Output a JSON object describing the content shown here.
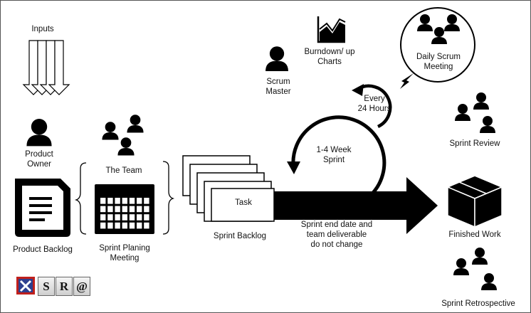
{
  "labels": {
    "inputs": "Inputs",
    "product_owner": "Product\nOwner",
    "product_backlog": "Product Backlog",
    "the_team": "The Team",
    "sprint_planning": "Sprint Planing\nMeeting",
    "task": "Task",
    "sprint_backlog": "Sprint Backlog",
    "scrum_master": "Scrum\nMaster",
    "burndown": "Burndown/ up\nCharts",
    "daily_scrum": "Daily Scrum\nMeeting",
    "every_24": "Every\n24 Hours",
    "week_sprint": "1-4 Week\nSprint",
    "sprint_note": "Sprint end date and\nteam deliverable\ndo not change",
    "sprint_review": "Sprint Review",
    "finished_work": "Finished Work",
    "sprint_retrospective": "Sprint Retrospective"
  },
  "logo": {
    "letters": [
      "S",
      "R",
      "@"
    ]
  },
  "colors": {
    "ink": "#000000",
    "logo_red": "#c0201c",
    "logo_blue": "#2d3f8f"
  }
}
